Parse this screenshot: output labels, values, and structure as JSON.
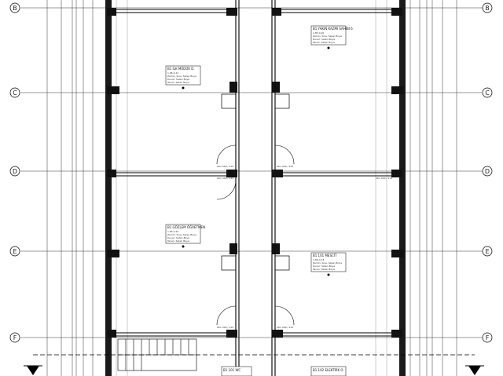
{
  "grid_axes": [
    {
      "id": "b",
      "label": "B"
    },
    {
      "id": "c",
      "label": "C"
    },
    {
      "id": "d",
      "label": "D"
    },
    {
      "id": "e",
      "label": "E"
    },
    {
      "id": "f",
      "label": "F"
    }
  ],
  "rooms": [
    {
      "id": "r1",
      "line1": "B1 YAKIN KAZMI SAHİBİ 6",
      "line2": "1.85.0.20",
      "line3": "Zemin: Sıva, Saten Boya",
      "line4": "Duvar: Saten Boya",
      "line5": "Tavan: Saten Boya"
    },
    {
      "id": "r2",
      "line1": "B1 İLK MÜDÜR D.",
      "line2": "1.85.0.21",
      "line3": "Zemin: Sıva, Saten Boya",
      "line4": "Duvar: Saten Boya",
      "line5": "Tavan: Saten Boya"
    },
    {
      "id": "r3",
      "line1": "B1 GÖZLEM ÖĞRETMEN",
      "line2": "1.85.0.22",
      "line3": "Zemin: Sıva, Saten Boya",
      "line4": "Duvar: Saten Boya",
      "line5": "Tavan: Saten Boya"
    },
    {
      "id": "r4",
      "line1": "B1 101 MESCİT",
      "line2": "1.85.0.23",
      "line3": "Zemin: Sıva, Saten Boya",
      "line4": "Duvar: Saten Boya",
      "line5": "Tavan: Saten Boya"
    },
    {
      "id": "r5",
      "line1": "B1 101 WC",
      "line2": "",
      "line3": "",
      "line4": "",
      "line5": ""
    },
    {
      "id": "r6",
      "line1": "B1 102 ELEKTRİK O.",
      "line2": "",
      "line3": "",
      "line4": "",
      "line5": ""
    }
  ],
  "door_tags": [
    {
      "id": "d1",
      "text": "AK1 090 / 210"
    },
    {
      "id": "d2",
      "text": "AK1 090 / 210"
    },
    {
      "id": "d3",
      "text": "AK1 090 / 210"
    },
    {
      "id": "d4",
      "text": "AK1 090 / 210"
    },
    {
      "id": "d5",
      "text": "AK1 090 / 210"
    },
    {
      "id": "d6",
      "text": "AK1 090 / 210"
    }
  ],
  "colors": {
    "line": "#000000",
    "thin": "#444444",
    "wall_fill": "#1a1a1a",
    "paper": "#ffffff"
  }
}
